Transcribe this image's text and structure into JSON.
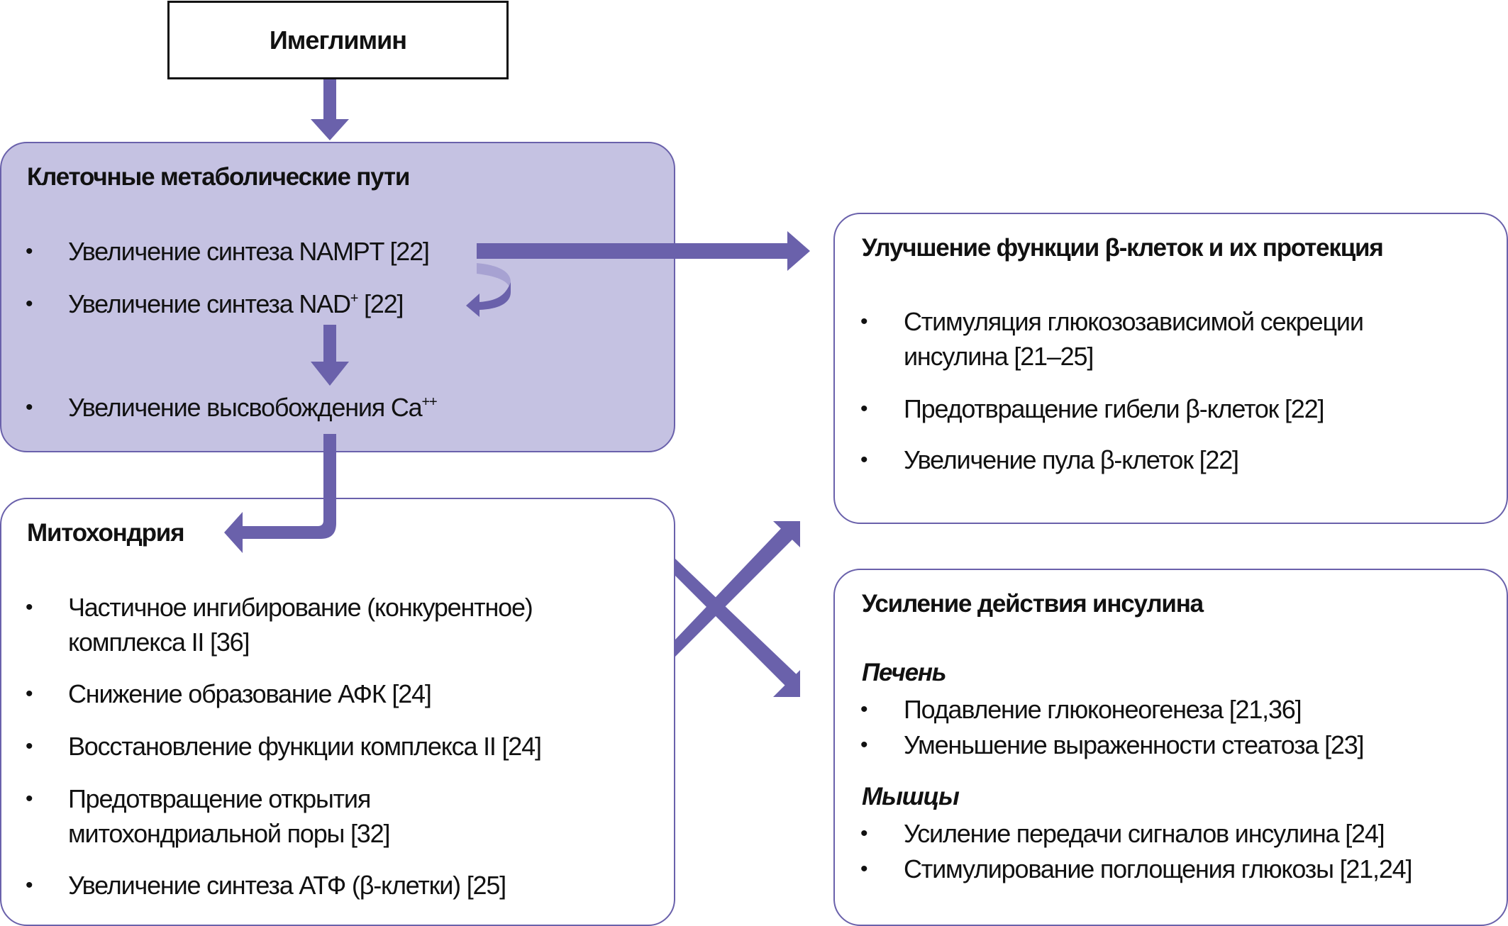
{
  "top": {
    "label": "Имеглимин"
  },
  "cellular": {
    "title": "Клеточные метаболические пути",
    "items": [
      {
        "text": "Увеличение синтеза NAMPT [22]"
      },
      {
        "text_before": "Увеличение синтеза NAD",
        "sup": "+",
        "text_after": " [22]"
      },
      {
        "text_before": "Увеличение высвобождения Ca",
        "sup": "++",
        "text_after": ""
      }
    ]
  },
  "mito": {
    "title": "Митохондрия",
    "items": [
      {
        "lines": [
          "Частичное ингибирование (конкурентное)",
          "комплекса II [36]"
        ]
      },
      {
        "lines": [
          "Снижение образование АФК [24]"
        ]
      },
      {
        "lines": [
          "Восстановление функции комплекса II [24]"
        ]
      },
      {
        "lines": [
          "Предотвращение открытия",
          "митохондриальной поры [32]"
        ]
      },
      {
        "lines": [
          "Увеличение синтеза АТФ (β-клетки) [25]"
        ]
      }
    ]
  },
  "beta": {
    "title": "Улучшение функции β-клеток и их протекция",
    "items": [
      {
        "lines": [
          "Стимуляция глюкозозависимой секреции",
          "инсулина [21–25]"
        ]
      },
      {
        "lines": [
          "Предотвращение гибели β-клеток [22]"
        ]
      },
      {
        "lines": [
          "Увеличение пула β-клеток [22]"
        ]
      }
    ]
  },
  "insulin": {
    "title": "Усиление действия инсулина",
    "liver": {
      "heading": "Печень",
      "items": [
        "Подавление глюконеогенеза [21,36]",
        "Уменьшение выраженности стеатоза [23]"
      ]
    },
    "muscle": {
      "heading": "Мышцы",
      "items": [
        "Усиление передачи сигналов инсулина [24]",
        "Стимулирование поглощения глюкозы [21,24]"
      ]
    }
  },
  "bullet": "•",
  "colors": {
    "arrow": "#6a61ab",
    "arrow_light": "#a7a2d2",
    "box_fill": "#c5c2e2",
    "border": "#6a61ab"
  }
}
